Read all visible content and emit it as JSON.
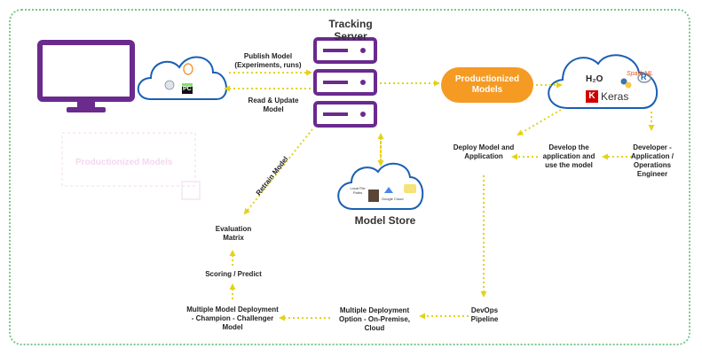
{
  "titles": {
    "tracking_server": "Tracking Server",
    "model_store": "Model Store",
    "productionized": "Productionized Models"
  },
  "labels": {
    "publish_model": "Publish Model (Experiments, runs)",
    "read_update": "Read & Update Model",
    "retrain": "Retrain Model",
    "deploy_model": "Deploy Model and Application",
    "develop": "Develop the application and use the model",
    "developer": "Developer - Application / Operations Engineer",
    "devops": "DevOps Pipeline",
    "multi_option": "Multiple Deployment Option - On-Premise, Cloud",
    "multi_model": "Multiple Model Deployment - Champion - Challenger Model",
    "scoring": "Scoring / Predict",
    "evaluation": "Evaluation Matrix"
  },
  "tools": {
    "h2o": "H₂O",
    "spark": "Spark ML",
    "r": "R",
    "keras": "Keras",
    "keras_mark": "K",
    "pycharm": "PC",
    "local_file": "Local File Paths",
    "google_cloud": "Google Cloud"
  },
  "colors": {
    "purple": "#6a2a8e",
    "blue": "#1a5fb4",
    "yellow": "#e4d21a",
    "orange": "#f59a23",
    "frame": "#7cc68a"
  }
}
